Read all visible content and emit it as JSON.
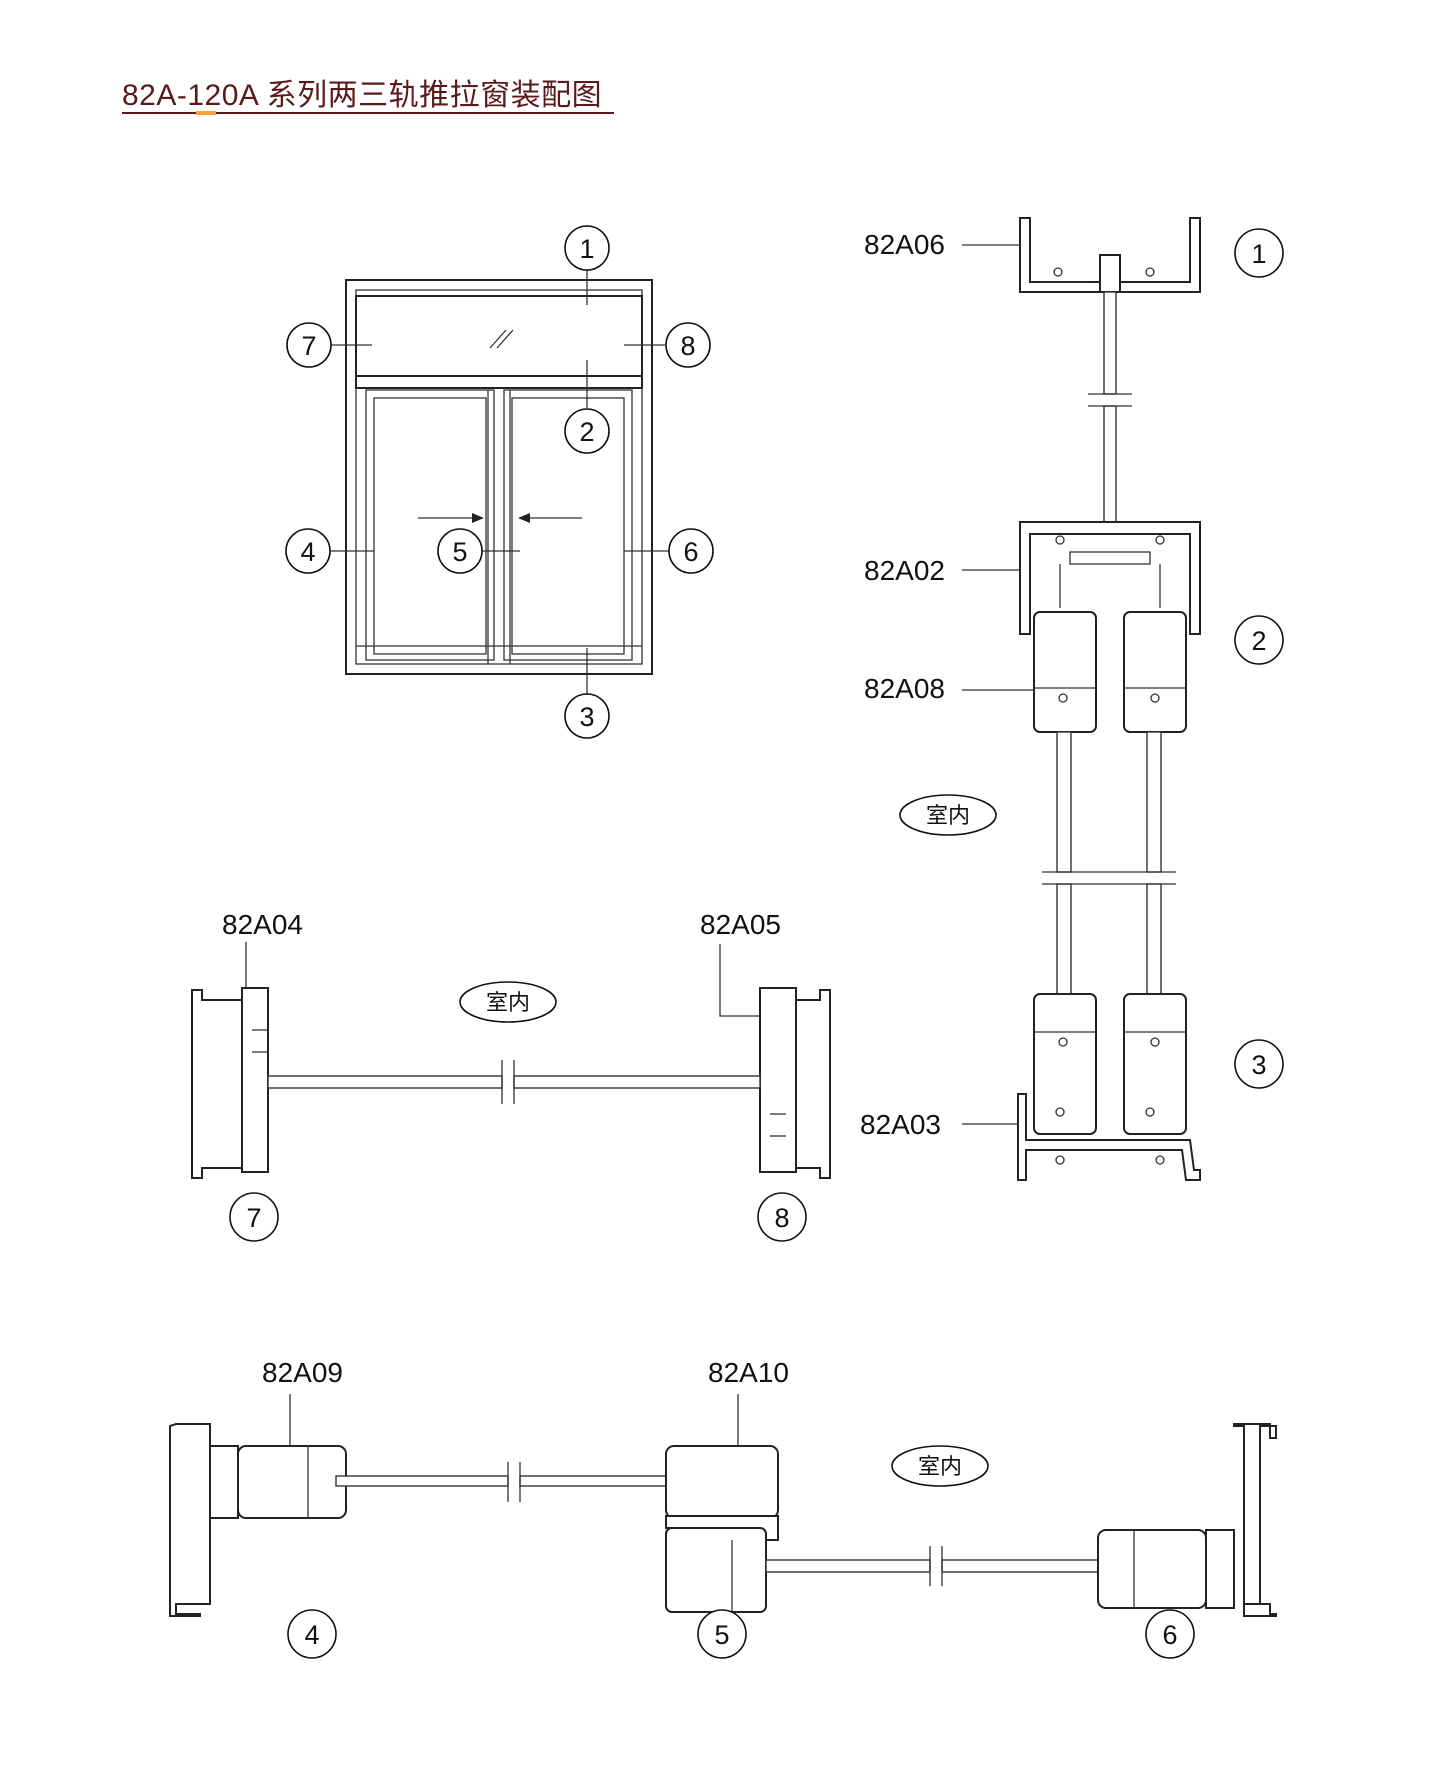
{
  "title": "82A-120A 系列两三轨推拉窗装配图",
  "labels": {
    "top": "82A06",
    "middle": "82A02",
    "sash": "82A08",
    "bottom": "82A03",
    "left_frame": "82A04",
    "right_frame": "82A05",
    "left_sash": "82A09",
    "interlock": "82A10"
  },
  "indoor": "室内",
  "callouts": [
    "1",
    "2",
    "3",
    "4",
    "5",
    "6",
    "7",
    "8"
  ]
}
